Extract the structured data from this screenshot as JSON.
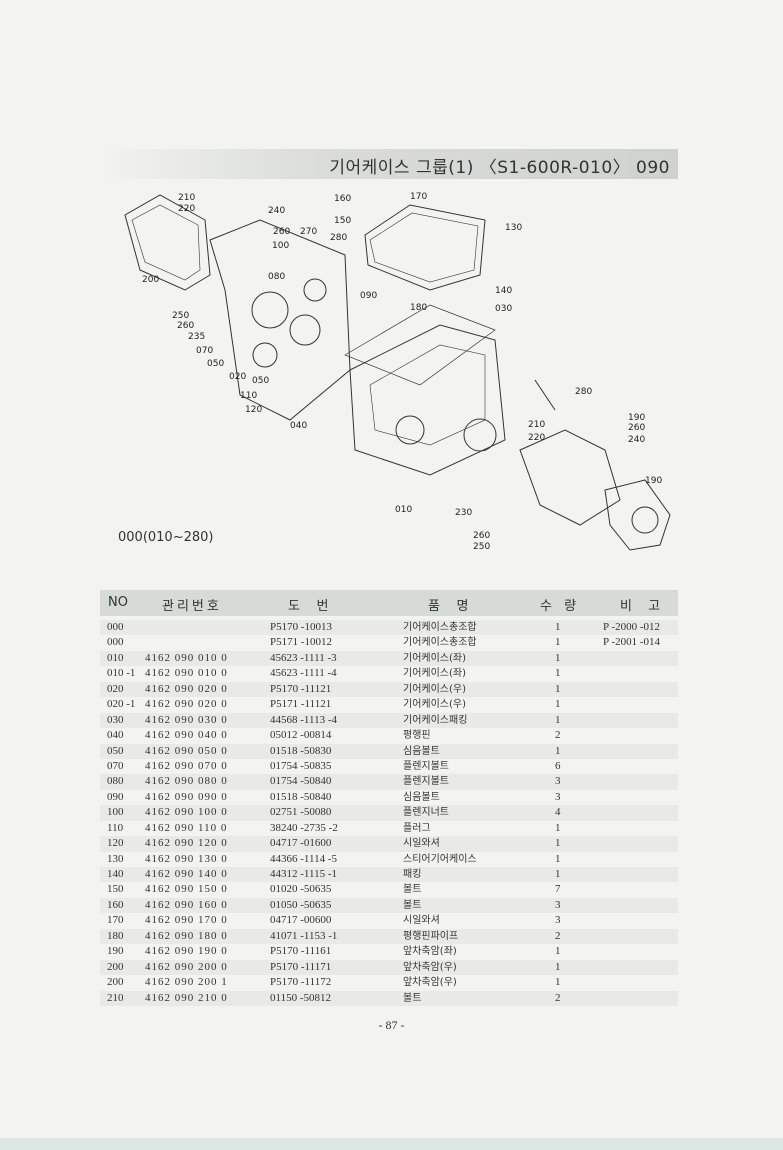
{
  "header": {
    "title": "기어케이스 그룹(1) 〈S1-600R-010〉  090"
  },
  "diagram": {
    "group_code": "000(010~280)",
    "callouts": [
      "210",
      "220",
      "240",
      "260",
      "270",
      "100",
      "200",
      "080",
      "250",
      "260",
      "235",
      "070",
      "050",
      "020",
      "050",
      "110",
      "120",
      "040",
      "160",
      "170",
      "150",
      "130",
      "280",
      "140",
      "090",
      "180",
      "030",
      "280",
      "190",
      "260",
      "240",
      "210",
      "220",
      "190",
      "010",
      "230",
      "260",
      "250"
    ]
  },
  "table": {
    "headers": {
      "no": "NO",
      "mgmt": "관리번호",
      "drawing": "도    번",
      "name": "품    명",
      "qty": "수 량",
      "remark": "비 고"
    },
    "rows": [
      {
        "no": "000",
        "mgmt": "",
        "drawing": "P5170 -10013",
        "name": "기어케이스총조합",
        "qty": "1",
        "remark": "P -2000 -012"
      },
      {
        "no": "000",
        "mgmt": "",
        "drawing": "P5171 -10012",
        "name": "기어케이스총조합",
        "qty": "1",
        "remark": "P -2001 -014"
      },
      {
        "no": "010",
        "mgmt": "4162 090 010 0",
        "drawing": "45623 -1111 -3",
        "name": "기어케이스(좌)",
        "qty": "1",
        "remark": ""
      },
      {
        "no": "010 -1",
        "mgmt": "4162 090 010 0",
        "drawing": "45623 -1111 -4",
        "name": "기어케이스(좌)",
        "qty": "1",
        "remark": ""
      },
      {
        "no": "020",
        "mgmt": "4162 090 020 0",
        "drawing": "P5170 -11121",
        "name": "기어케이스(우)",
        "qty": "1",
        "remark": ""
      },
      {
        "no": "020 -1",
        "mgmt": "4162 090 020 0",
        "drawing": "P5171 -11121",
        "name": "기어케이스(우)",
        "qty": "1",
        "remark": ""
      },
      {
        "no": "030",
        "mgmt": "4162 090 030 0",
        "drawing": "44568 -1113 -4",
        "name": "기어케이스패킹",
        "qty": "1",
        "remark": ""
      },
      {
        "no": "040",
        "mgmt": "4162 090 040 0",
        "drawing": "05012 -00814",
        "name": "평행핀",
        "qty": "2",
        "remark": ""
      },
      {
        "no": "050",
        "mgmt": "4162 090 050 0",
        "drawing": "01518 -50830",
        "name": "심음볼트",
        "qty": "1",
        "remark": ""
      },
      {
        "no": "070",
        "mgmt": "4162 090 070 0",
        "drawing": "01754 -50835",
        "name": "플렌지볼트",
        "qty": "6",
        "remark": ""
      },
      {
        "no": "080",
        "mgmt": "4162 090 080 0",
        "drawing": "01754 -50840",
        "name": "플렌지볼트",
        "qty": "3",
        "remark": ""
      },
      {
        "no": "090",
        "mgmt": "4162 090 090 0",
        "drawing": "01518 -50840",
        "name": "심음볼트",
        "qty": "3",
        "remark": ""
      },
      {
        "no": "100",
        "mgmt": "4162 090 100 0",
        "drawing": "02751 -50080",
        "name": "플렌지너트",
        "qty": "4",
        "remark": ""
      },
      {
        "no": "110",
        "mgmt": "4162 090 110 0",
        "drawing": "38240 -2735 -2",
        "name": "플러그",
        "qty": "1",
        "remark": ""
      },
      {
        "no": "120",
        "mgmt": "4162 090 120 0",
        "drawing": "04717 -01600",
        "name": "시일와셔",
        "qty": "1",
        "remark": ""
      },
      {
        "no": "130",
        "mgmt": "4162 090 130 0",
        "drawing": "44366 -1114 -5",
        "name": "스티어기어케이스",
        "qty": "1",
        "remark": ""
      },
      {
        "no": "140",
        "mgmt": "4162 090 140 0",
        "drawing": "44312 -1115 -1",
        "name": "패킹",
        "qty": "1",
        "remark": ""
      },
      {
        "no": "150",
        "mgmt": "4162 090 150 0",
        "drawing": "01020 -50635",
        "name": "볼트",
        "qty": "7",
        "remark": ""
      },
      {
        "no": "160",
        "mgmt": "4162 090 160 0",
        "drawing": "01050 -50635",
        "name": "볼트",
        "qty": "3",
        "remark": ""
      },
      {
        "no": "170",
        "mgmt": "4162 090 170 0",
        "drawing": "04717 -00600",
        "name": "시일와셔",
        "qty": "3",
        "remark": ""
      },
      {
        "no": "180",
        "mgmt": "4162 090 180 0",
        "drawing": "41071 -1153 -1",
        "name": "평행핀파이프",
        "qty": "2",
        "remark": ""
      },
      {
        "no": "190",
        "mgmt": "4162 090 190 0",
        "drawing": "P5170 -11161",
        "name": "앞차축암(좌)",
        "qty": "1",
        "remark": ""
      },
      {
        "no": "200",
        "mgmt": "4162 090 200 0",
        "drawing": "P5170 -11171",
        "name": "앞차축암(우)",
        "qty": "1",
        "remark": ""
      },
      {
        "no": "200",
        "mgmt": "4162 090 200 1",
        "drawing": "P5170 -11172",
        "name": "앞차축암(우)",
        "qty": "1",
        "remark": ""
      },
      {
        "no": "210",
        "mgmt": "4162 090 210 0",
        "drawing": "01150 -50812",
        "name": "볼트",
        "qty": "2",
        "remark": ""
      }
    ]
  },
  "footer": {
    "page": "- 87 -"
  }
}
